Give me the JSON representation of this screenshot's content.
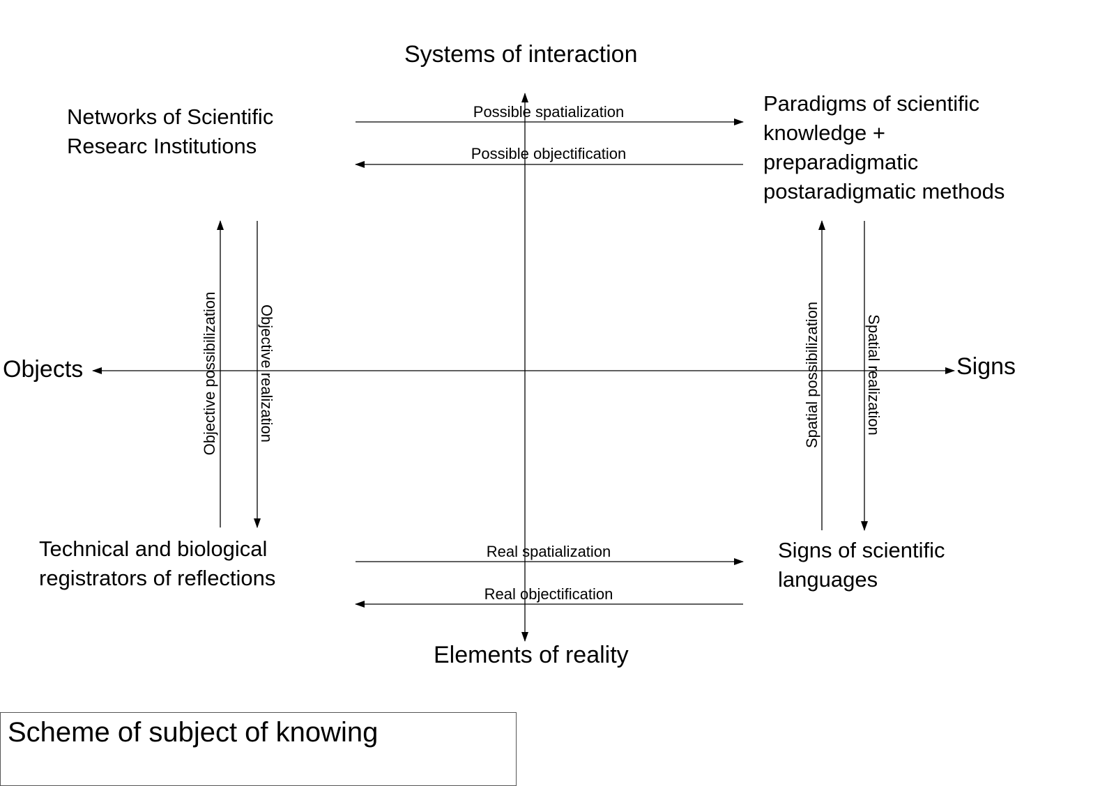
{
  "axes": {
    "top": "Systems of interaction",
    "bottom": "Elements of reality",
    "left": "Objects",
    "right": "Signs"
  },
  "nodes": {
    "top_left": "Networks of Scientific\nResearc Institutions",
    "top_right": "Paradigms of scientific\nknowledge +\npreparadigmatic\npostaradigmatic methods",
    "bottom_left": "Technical and biological\nregistrators of reflections",
    "bottom_right": "Signs of scientific\nlanguages"
  },
  "edges": {
    "possible_spatialization": "Possible spatialization",
    "possible_objectification": "Possible objectification",
    "real_spatialization": "Real spatialization",
    "real_objectification": "Real objectification",
    "objective_possibilization": "Objective possibilization",
    "objective_realization": "Objective realization",
    "spatial_possibilization": "Spatial possibilization",
    "spatial_realization": "Spatial realization"
  },
  "caption": "Scheme of subject of knowing",
  "colors": {
    "line": "#000000",
    "box_border": "#555555",
    "background": "#ffffff"
  }
}
